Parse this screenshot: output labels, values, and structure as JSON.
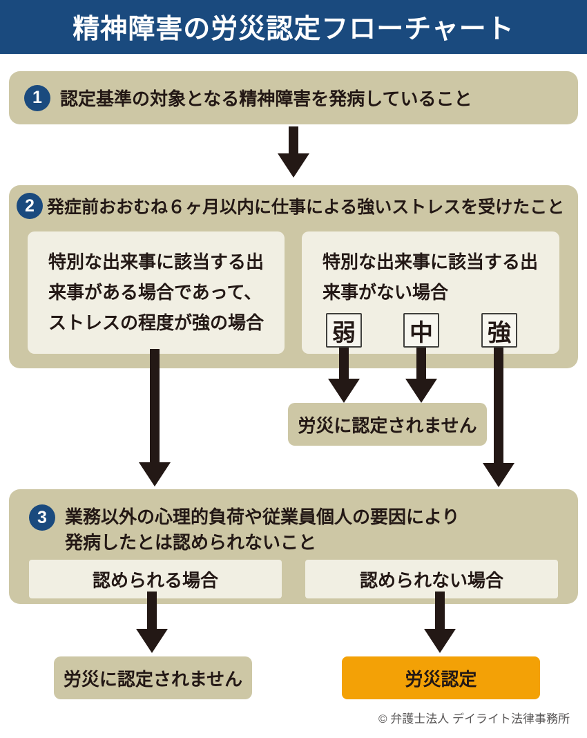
{
  "header": {
    "title": "精神障害の労災認定フローチャート"
  },
  "steps": [
    {
      "number": "1",
      "label": "認定基準の対象となる精神障害を発病していること"
    },
    {
      "number": "2",
      "label": "発症前おおむね６ヶ月以内に仕事による強いストレスを受けたこと",
      "special_event_case": "特別な出来事に該当する出\n来事がある場合であって、\nストレスの程度が強の場合",
      "no_special_event_case": "特別な出来事に該当する出\n来事がない場合",
      "stress_levels": [
        {
          "label": "弱"
        },
        {
          "label": "中"
        },
        {
          "label": "強"
        }
      ]
    },
    {
      "number": "3",
      "label": "業務以外の心理的負荷や従業員個人の要因により\n発病したとは認められないこと",
      "recognized_case": "認められる場合",
      "not_recognized_case": "認められない場合"
    }
  ],
  "results": {
    "mid_not_certified": "労災に認定されません",
    "not_certified": "労災に認定されません",
    "certified": "労災認定"
  },
  "footer": {
    "credit": "© 弁護士法人 デイライト法律事務所"
  },
  "colors": {
    "header_blue": "#1a4a7e",
    "circle_blue": "#1a4a7e",
    "box_beige": "#cdc7a5",
    "box_cream": "#f1efe3",
    "level_bg": "#f7f6ef",
    "level_border": "#3f3f3c",
    "arrow_dark": "#231815",
    "text_dark": "#231815",
    "accent_orange": "#f3a106",
    "footer_gray": "#595757",
    "page_bg": "#ffffff"
  }
}
